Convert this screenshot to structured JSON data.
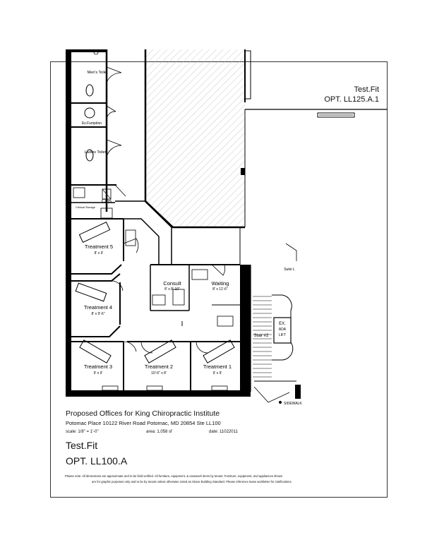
{
  "top_right": {
    "label_line1": "Test.Fit",
    "label_line2": "OPT. LL125.A.1"
  },
  "rooms": {
    "mens_toilet": "Men's Toilet",
    "extinguisher": "Ex.Fumption",
    "ladies_toilet": "Ladies Toilet",
    "clinical_storage": "Clinical Storage",
    "clos": "Clos",
    "treatment5": "Treatment 5",
    "treatment5_size": "8' x 9'",
    "treatment4": "Treatment 4",
    "treatment4_size": "8' x 9'-6\"",
    "treatment3": "Treatment 3",
    "treatment3_size": "9' x 9'",
    "treatment2": "Treatment 2",
    "treatment2_size": "10'-6\" x 8'",
    "treatment1": "Treatment 1",
    "treatment1_size": "9' x 9'",
    "consult": "Consult",
    "consult_size": "8' x 8'-10\"",
    "waiting": "Waiting",
    "waiting_size": "8' x 11'-6\"",
    "stair": "Stair #2",
    "ada_lift_1": "EX.",
    "ada_lift_2": "ADA",
    "ada_lift_3": "LIFT",
    "suite_1": "Suite L",
    "sidewalk": "SIDEWALK"
  },
  "title_block": {
    "title": "Proposed Offices for King Chiropractic Institute",
    "address": "Potomac Place 10122 River Road Potomac, MD 20854  Ste LL100",
    "scale": "scale: 1/8\" = 1'-0\"",
    "area": "area: 1,058 sf",
    "date": "date: 11022011",
    "testfit": "Test.Fit",
    "option": "OPT. LL100.A",
    "disclaimer_1": "Please note: All dimensions are approximate and to be field verified. All furniture, equipment, & casework items by tenant. Furniture, equipment, and appliances shown",
    "disclaimer_2": "are for graphic purposes only and to be by tenant unless otherwise noted as Above Building Standard. Please reference lease workletter for clarifications."
  }
}
